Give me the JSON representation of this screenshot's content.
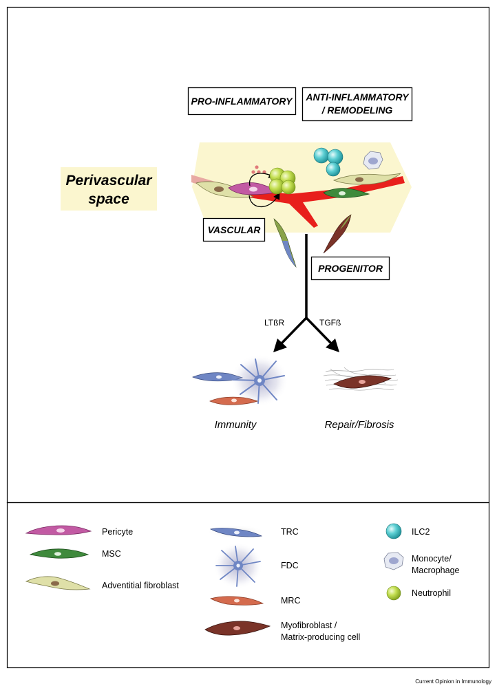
{
  "boxes": {
    "pro_inflammatory": "PRO-INFLAMMATORY",
    "anti_inflammatory_line1": "ANTI-INFLAMMATORY",
    "anti_inflammatory_line2": "/ REMODELING",
    "vascular": "VASCULAR",
    "progenitor": "PROGENITOR"
  },
  "perivascular": {
    "line1": "Perivascular",
    "line2": "space"
  },
  "arrows": {
    "left": "LTßR",
    "right": "TGFß"
  },
  "outcomes": {
    "left": "Immunity",
    "right": "Repair/Fibrosis"
  },
  "legend": {
    "pericyte": "Pericyte",
    "msc": "MSC",
    "adventitial": "Adventitial fibroblast",
    "trc": "TRC",
    "fdc": "FDC",
    "mrc": "MRC",
    "myofibroblast_line1": "Myofibroblast /",
    "myofibroblast_line2": "Matrix-producing cell",
    "ilc2": "ILC2",
    "monocyte_line1": "Monocyte/",
    "monocyte_line2": "Macrophage",
    "neutrophil": "Neutrophil"
  },
  "credit": "Current Opinion in Immunology",
  "colors": {
    "perivascular_bg": "#fbf6cf",
    "vessel": "#e8201c",
    "pericyte": "#c25aa3",
    "msc": "#3f8a3c",
    "adventitial": "#dfe0a8",
    "trc": "#6f86c4",
    "mrc": "#d46b4e",
    "myofibroblast": "#7a3328",
    "ilc2": "#3fb8be",
    "neutrophil": "#b6d43a"
  }
}
